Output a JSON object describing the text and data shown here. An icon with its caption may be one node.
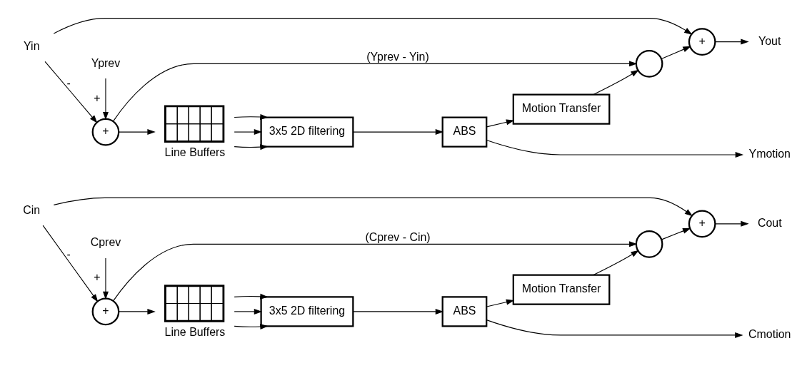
{
  "diagram": {
    "nodes": [
      {
        "text": [
          "Yin"
        ]
      },
      {
        "text": [
          "+"
        ]
      },
      {
        "text": [
          "Yprev"
        ]
      },
      {
        "text": [
          "Line Buffers"
        ]
      },
      {
        "text": [
          "3x5 2D filtering"
        ]
      },
      {
        "text": [
          "ABS"
        ]
      },
      {
        "text": [
          "Motion Transfer"
        ]
      },
      {
        "text": [],
        "shape": "circle"
      },
      {
        "text": [
          "+"
        ]
      },
      {
        "text": [
          "Yout"
        ]
      },
      {
        "text": [
          "Ymotion"
        ]
      },
      {
        "text": [
          "Cin"
        ]
      },
      {
        "text": [
          "+"
        ]
      },
      {
        "text": [
          "Cprev"
        ]
      },
      {
        "text": [
          "Line Buffers"
        ]
      },
      {
        "text": [
          "3x5 2D filtering"
        ]
      },
      {
        "text": [
          "ABS"
        ]
      },
      {
        "text": [
          "Motion Transfer"
        ]
      },
      {
        "text": [],
        "shape": "circle"
      },
      {
        "text": [
          "+"
        ]
      },
      {
        "text": [
          "Cout"
        ]
      },
      {
        "text": [
          "Cmotion"
        ]
      }
    ],
    "edges": [
      {
        "from": 0,
        "to": 1,
        "arrow": "to",
        "label": "-"
      },
      {
        "from": 2,
        "to": 1,
        "arrow": "to",
        "label": "+"
      },
      {
        "from": 0,
        "to": 8,
        "arrow": "to"
      },
      {
        "from": 1,
        "to": 3,
        "arrow": "to"
      },
      {
        "from": 1,
        "to": 7,
        "arrow": "to",
        "label": "(Yprev - Yin)"
      },
      {
        "from": 3,
        "to": 4,
        "arrow": "to"
      },
      {
        "from": 3,
        "to": 4,
        "arrow": "to"
      },
      {
        "from": 3,
        "to": 4,
        "arrow": "to"
      },
      {
        "from": 4,
        "to": 5,
        "arrow": "to"
      },
      {
        "from": 5,
        "to": 6,
        "arrow": "to"
      },
      {
        "from": 5,
        "to": 10,
        "arrow": "to"
      },
      {
        "from": 6,
        "to": 7,
        "arrow": "to"
      },
      {
        "from": 7,
        "to": 8,
        "arrow": "to"
      },
      {
        "from": 8,
        "to": 9,
        "arrow": "to"
      },
      {
        "from": 11,
        "to": 12,
        "arrow": "to",
        "label": "-"
      },
      {
        "from": 13,
        "to": 12,
        "arrow": "to",
        "label": "+"
      },
      {
        "from": 11,
        "to": 19,
        "arrow": "to"
      },
      {
        "from": 12,
        "to": 14,
        "arrow": "to"
      },
      {
        "from": 12,
        "to": 18,
        "arrow": "to",
        "label": "(Cprev - Cin)"
      },
      {
        "from": 14,
        "to": 15,
        "arrow": "to"
      },
      {
        "from": 14,
        "to": 15,
        "arrow": "to"
      },
      {
        "from": 14,
        "to": 15,
        "arrow": "to"
      },
      {
        "from": 15,
        "to": 16,
        "arrow": "to"
      },
      {
        "from": 16,
        "to": 17,
        "arrow": "to"
      },
      {
        "from": 16,
        "to": 21,
        "arrow": "to"
      },
      {
        "from": 17,
        "to": 18,
        "arrow": "to"
      },
      {
        "from": 18,
        "to": 19,
        "arrow": "to"
      },
      {
        "from": 19,
        "to": 20,
        "arrow": "to"
      }
    ]
  }
}
